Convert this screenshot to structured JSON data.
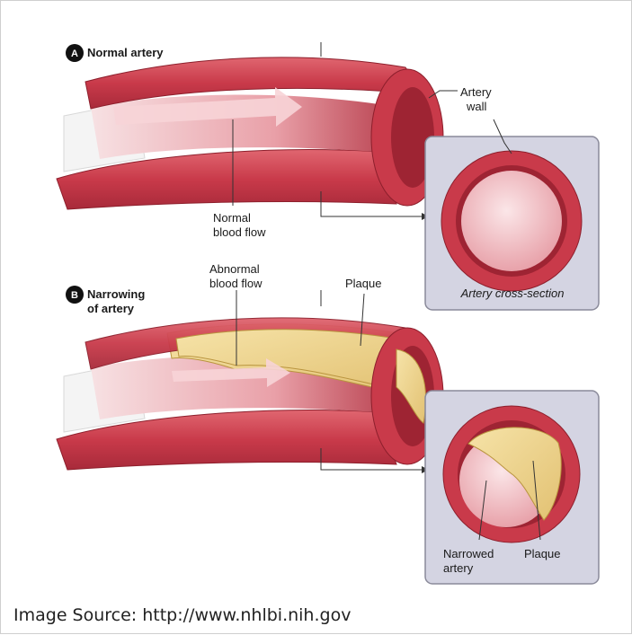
{
  "panel_a": {
    "badge": "A",
    "title": "Normal artery",
    "artery_wall_label_1": "Artery",
    "artery_wall_label_2": "wall",
    "flow_label_1": "Normal",
    "flow_label_2": "blood flow",
    "cross_section_caption": "Artery cross-section"
  },
  "panel_b": {
    "badge": "B",
    "title_1": "Narrowing",
    "title_2": "of artery",
    "flow_label_1": "Abnormal",
    "flow_label_2": "blood flow",
    "plaque_label": "Plaque",
    "narrowed_label_1": "Narrowed",
    "narrowed_label_2": "artery",
    "cross_plaque_label": "Plaque"
  },
  "source": "Image Source: http://www.nhlbi.nih.gov",
  "colors": {
    "artery_outer": "#c93a4a",
    "artery_dark": "#9e2433",
    "artery_light": "#e98a93",
    "lumen": "#f2c2c6",
    "plaque": "#efd895",
    "inset_bg": "#d4d4e2"
  }
}
